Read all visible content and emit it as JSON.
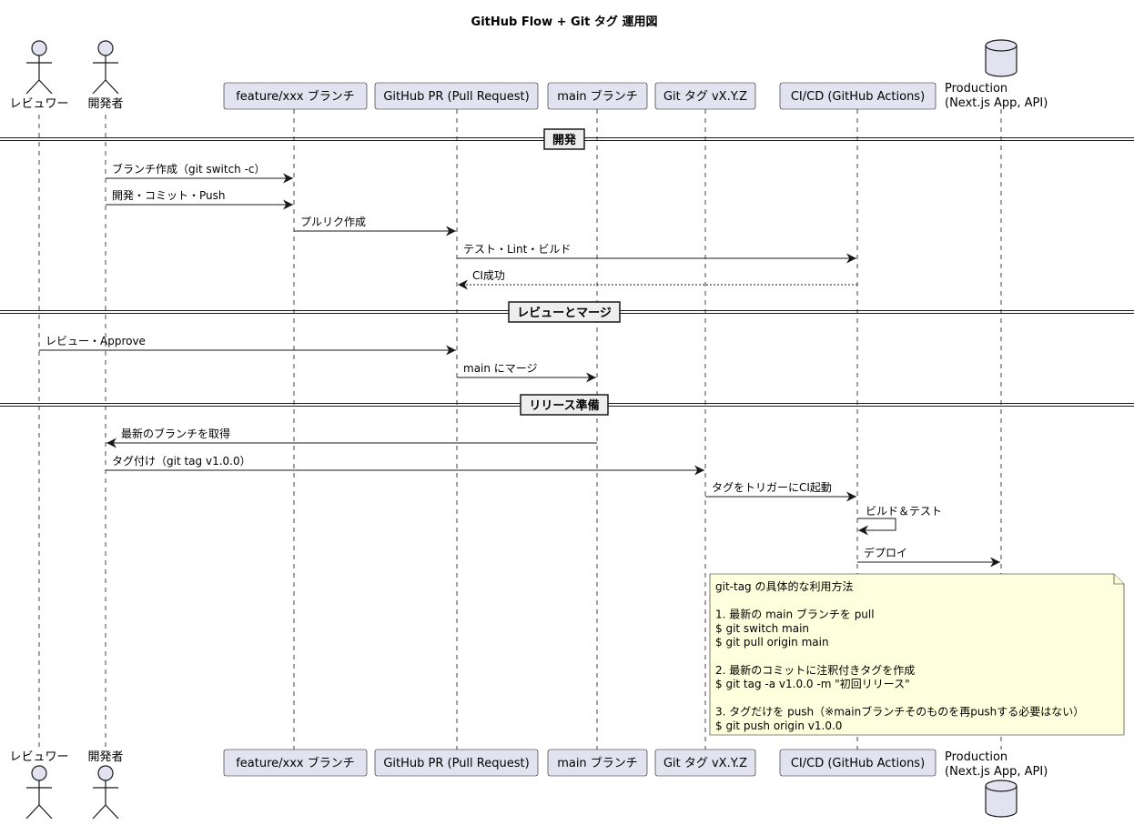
{
  "title": "GitHub Flow + Git タグ 運用図",
  "participants": [
    {
      "id": "reviewer",
      "label": "レビュワー",
      "kind": "actor"
    },
    {
      "id": "dev",
      "label": "開発者",
      "kind": "actor"
    },
    {
      "id": "feature",
      "label": "feature/xxx ブランチ",
      "kind": "box"
    },
    {
      "id": "pr",
      "label": "GitHub PR (Pull Request)",
      "kind": "box"
    },
    {
      "id": "main",
      "label": "main ブランチ",
      "kind": "box"
    },
    {
      "id": "tag",
      "label": "Git タグ vX.Y.Z",
      "kind": "box"
    },
    {
      "id": "ci",
      "label": "CI/CD (GitHub Actions)",
      "kind": "box"
    },
    {
      "id": "prod",
      "label": "Production\n(Next.js App, API)",
      "kind": "database"
    }
  ],
  "sections": [
    {
      "label": "開発",
      "row": 0
    },
    {
      "label": "レビューとマージ",
      "row": 1
    },
    {
      "label": "リリース準備",
      "row": 2
    }
  ],
  "messages": [
    {
      "from": "dev",
      "to": "feature",
      "label": "ブランチ作成（git switch -c）",
      "style": "solid"
    },
    {
      "from": "dev",
      "to": "feature",
      "label": "開発・コミット・Push",
      "style": "solid"
    },
    {
      "from": "feature",
      "to": "pr",
      "label": "プルリク作成",
      "style": "solid"
    },
    {
      "from": "pr",
      "to": "ci",
      "label": "テスト・Lint・ビルド",
      "style": "solid"
    },
    {
      "from": "ci",
      "to": "pr",
      "label": "CI成功",
      "style": "dashed"
    },
    {
      "from": "reviewer",
      "to": "pr",
      "label": "レビュー・Approve",
      "style": "solid"
    },
    {
      "from": "pr",
      "to": "main",
      "label": "main にマージ",
      "style": "solid"
    },
    {
      "from": "main",
      "to": "dev",
      "label": "最新のブランチを取得",
      "style": "solid"
    },
    {
      "from": "dev",
      "to": "tag",
      "label": "タグ付け（git tag v1.0.0）",
      "style": "solid"
    },
    {
      "from": "tag",
      "to": "ci",
      "label": "タグをトリガーにCI起動",
      "style": "solid"
    },
    {
      "from": "ci",
      "to": "ci",
      "label": "ビルド＆テスト",
      "style": "self"
    },
    {
      "from": "ci",
      "to": "prod",
      "label": "デプロイ",
      "style": "solid"
    }
  ],
  "note": {
    "over": [
      "tag",
      "ci",
      "prod"
    ],
    "lines": [
      "git-tag の具体的な利用方法",
      "",
      "1. 最新の main ブランチを pull",
      "$ git switch main",
      "$ git pull origin main",
      "",
      "2. 最新のコミットに注釈付きタグを作成",
      "$ git tag -a v1.0.0 -m \"初回リリース\"",
      "",
      "3. タグだけを push（※mainブランチそのものを再pushする必要はない）",
      "$ git push origin v1.0.0"
    ]
  },
  "colors": {
    "box_fill": "#E2E2F0",
    "box_stroke": "#181818",
    "lifeline": "#181818",
    "note_fill": "#FEFFDD",
    "note_stroke": "#181818"
  }
}
